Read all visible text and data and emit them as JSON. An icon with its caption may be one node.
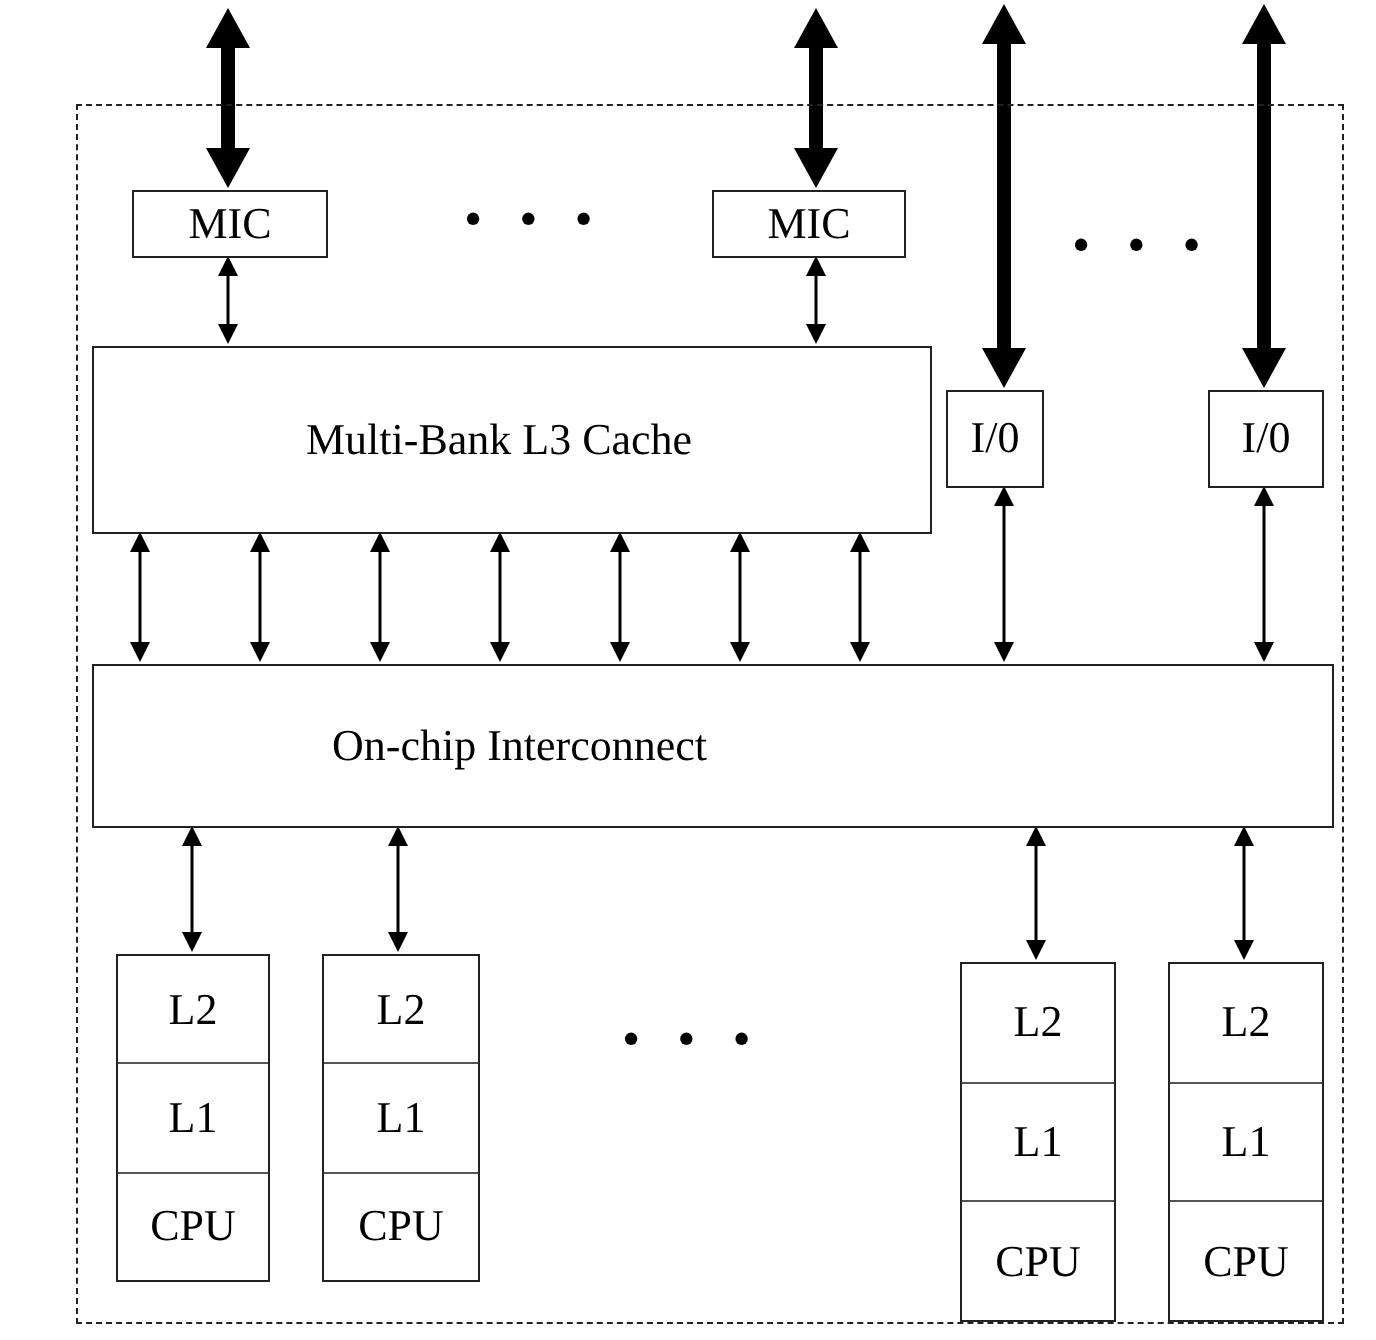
{
  "diagram": {
    "nodes": [
      {
        "text": [],
        "shape": "box"
      },
      {
        "text": [
          "MIC"
        ],
        "in": 0
      },
      {
        "text": [
          "MIC"
        ],
        "in": 0
      },
      {
        "text": [
          "Multi-Bank L3 Cache"
        ],
        "in": 0
      },
      {
        "text": [
          "I/0"
        ],
        "in": 0
      },
      {
        "text": [
          "I/0"
        ],
        "in": 0
      },
      {
        "text": [
          "On-chip Interconnect"
        ],
        "in": 0
      },
      {
        "text": [
          "L2",
          "L1",
          "CPU"
        ],
        "in": 0
      },
      {
        "text": [
          "L2",
          "L1",
          "CPU"
        ],
        "in": 0
      },
      {
        "text": [
          "L2",
          "L1",
          "CPU"
        ],
        "in": 0
      },
      {
        "text": [
          "L2",
          "L1",
          "CPU"
        ],
        "in": 0
      }
    ],
    "edges": [
      {
        "from": null,
        "to": 1,
        "arrow": "both",
        "style": "thick"
      },
      {
        "from": null,
        "to": 2,
        "arrow": "both",
        "style": "thick"
      },
      {
        "from": null,
        "to": 4,
        "arrow": "both",
        "style": "thick"
      },
      {
        "from": null,
        "to": 5,
        "arrow": "both",
        "style": "thick"
      },
      {
        "from": 1,
        "to": 3,
        "arrow": "both"
      },
      {
        "from": 2,
        "to": 3,
        "arrow": "both"
      },
      {
        "from": 3,
        "to": 6,
        "arrow": "both"
      },
      {
        "from": 3,
        "to": 6,
        "arrow": "both"
      },
      {
        "from": 3,
        "to": 6,
        "arrow": "both"
      },
      {
        "from": 3,
        "to": 6,
        "arrow": "both"
      },
      {
        "from": 3,
        "to": 6,
        "arrow": "both"
      },
      {
        "from": 3,
        "to": 6,
        "arrow": "both"
      },
      {
        "from": 3,
        "to": 6,
        "arrow": "both"
      },
      {
        "from": 4,
        "to": 6,
        "arrow": "both"
      },
      {
        "from": 5,
        "to": 6,
        "arrow": "both"
      },
      {
        "from": 6,
        "to": 7,
        "arrow": "both"
      },
      {
        "from": 6,
        "to": 8,
        "arrow": "both"
      },
      {
        "from": 6,
        "to": 9,
        "arrow": "both"
      },
      {
        "from": 6,
        "to": 10,
        "arrow": "both"
      }
    ],
    "labels": [
      "• • •",
      "• • •",
      "• • •"
    ]
  }
}
